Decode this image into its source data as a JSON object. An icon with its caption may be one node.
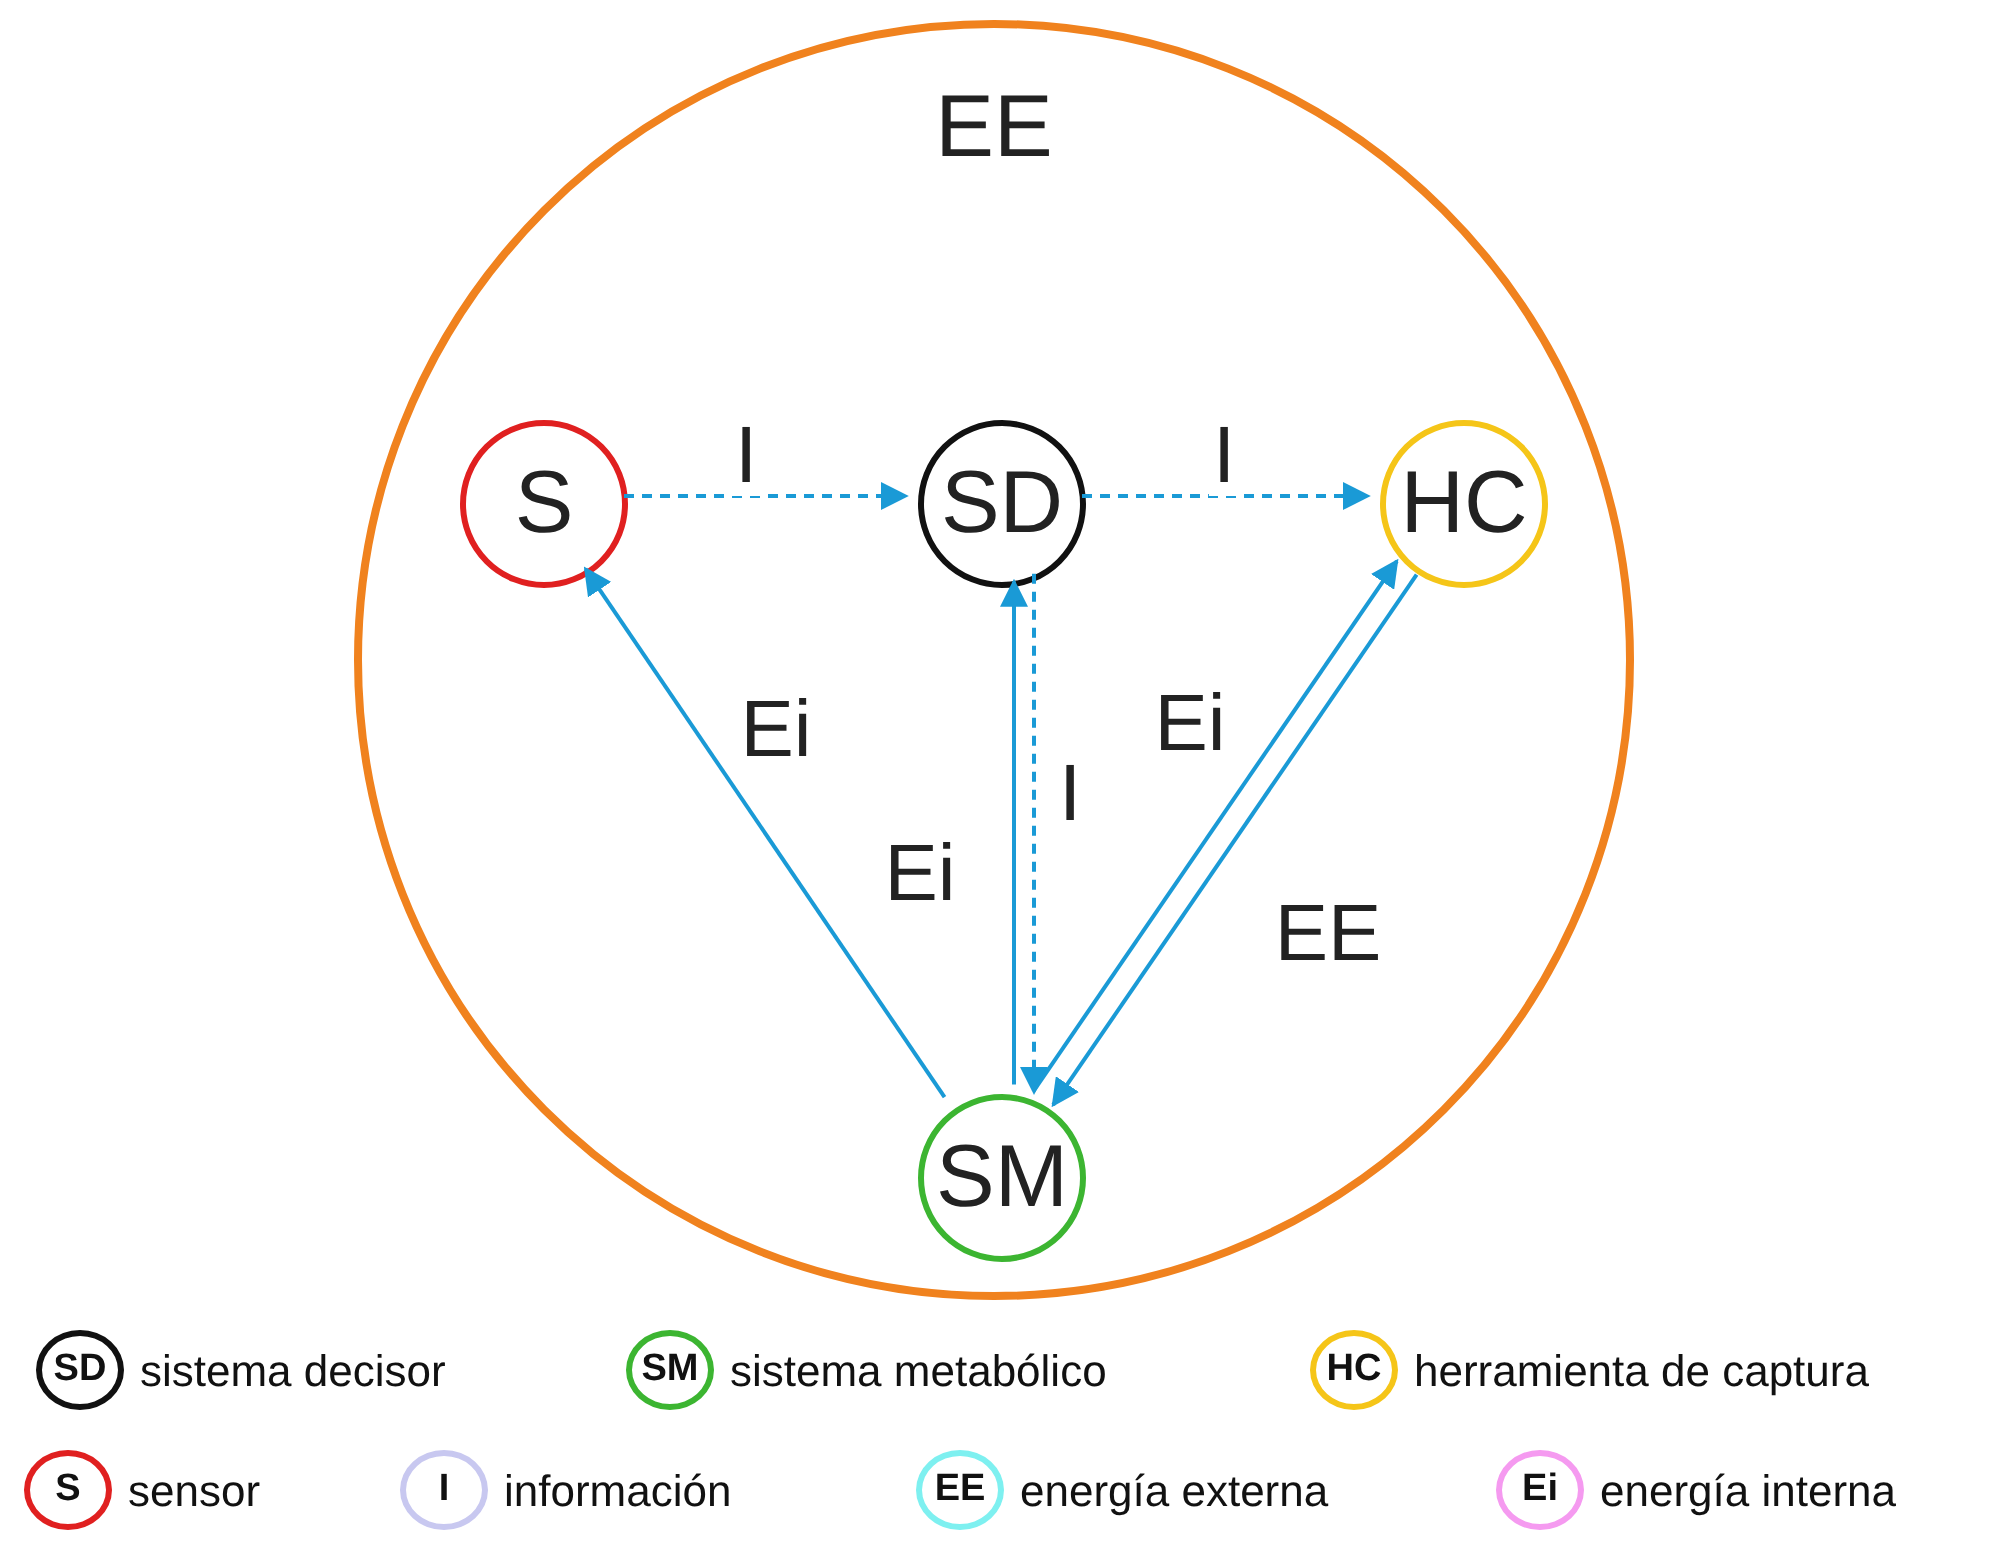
{
  "diagram": {
    "nodes": [
      {
        "text": [
          "EE"
        ]
      },
      {
        "text": [
          "S"
        ],
        "in": 0
      },
      {
        "text": [
          "SD"
        ],
        "in": 0
      },
      {
        "text": [
          "HC"
        ],
        "in": 0
      },
      {
        "text": [
          "SM"
        ],
        "in": 0
      }
    ],
    "edges": [
      {
        "from": 1,
        "to": 2,
        "arrow": "to",
        "label": "I",
        "style": "dashed"
      },
      {
        "from": 2,
        "to": 3,
        "arrow": "to",
        "label": "I",
        "style": "dashed"
      },
      {
        "from": 4,
        "to": 1,
        "arrow": "to",
        "label": "Ei"
      },
      {
        "from": 4,
        "to": 2,
        "arrow": "to",
        "label": "Ei"
      },
      {
        "from": 2,
        "to": 4,
        "arrow": "to",
        "label": "I",
        "style": "dashed"
      },
      {
        "from": 4,
        "to": 3,
        "arrow": "to",
        "label": "Ei"
      },
      {
        "from": 3,
        "to": 4,
        "arrow": "to",
        "label": "EE"
      }
    ],
    "labels": [
      "SD",
      "SM",
      "HC",
      "S",
      "I",
      "EE",
      "Ei"
    ],
    "legend": [
      {
        "text": "sistema decisor",
        "color": "#111111"
      },
      {
        "text": "sistema metabólico",
        "color": "#3cb531"
      },
      {
        "text": "herramienta de captura",
        "color": "#f5c518"
      },
      {
        "text": "sensor",
        "color": "#e02020"
      },
      {
        "text": "información",
        "color": "#c8c8f0"
      },
      {
        "text": "energía externa",
        "color": "#7ef0f0"
      },
      {
        "text": "energía interna",
        "color": "#f59af0"
      }
    ]
  }
}
